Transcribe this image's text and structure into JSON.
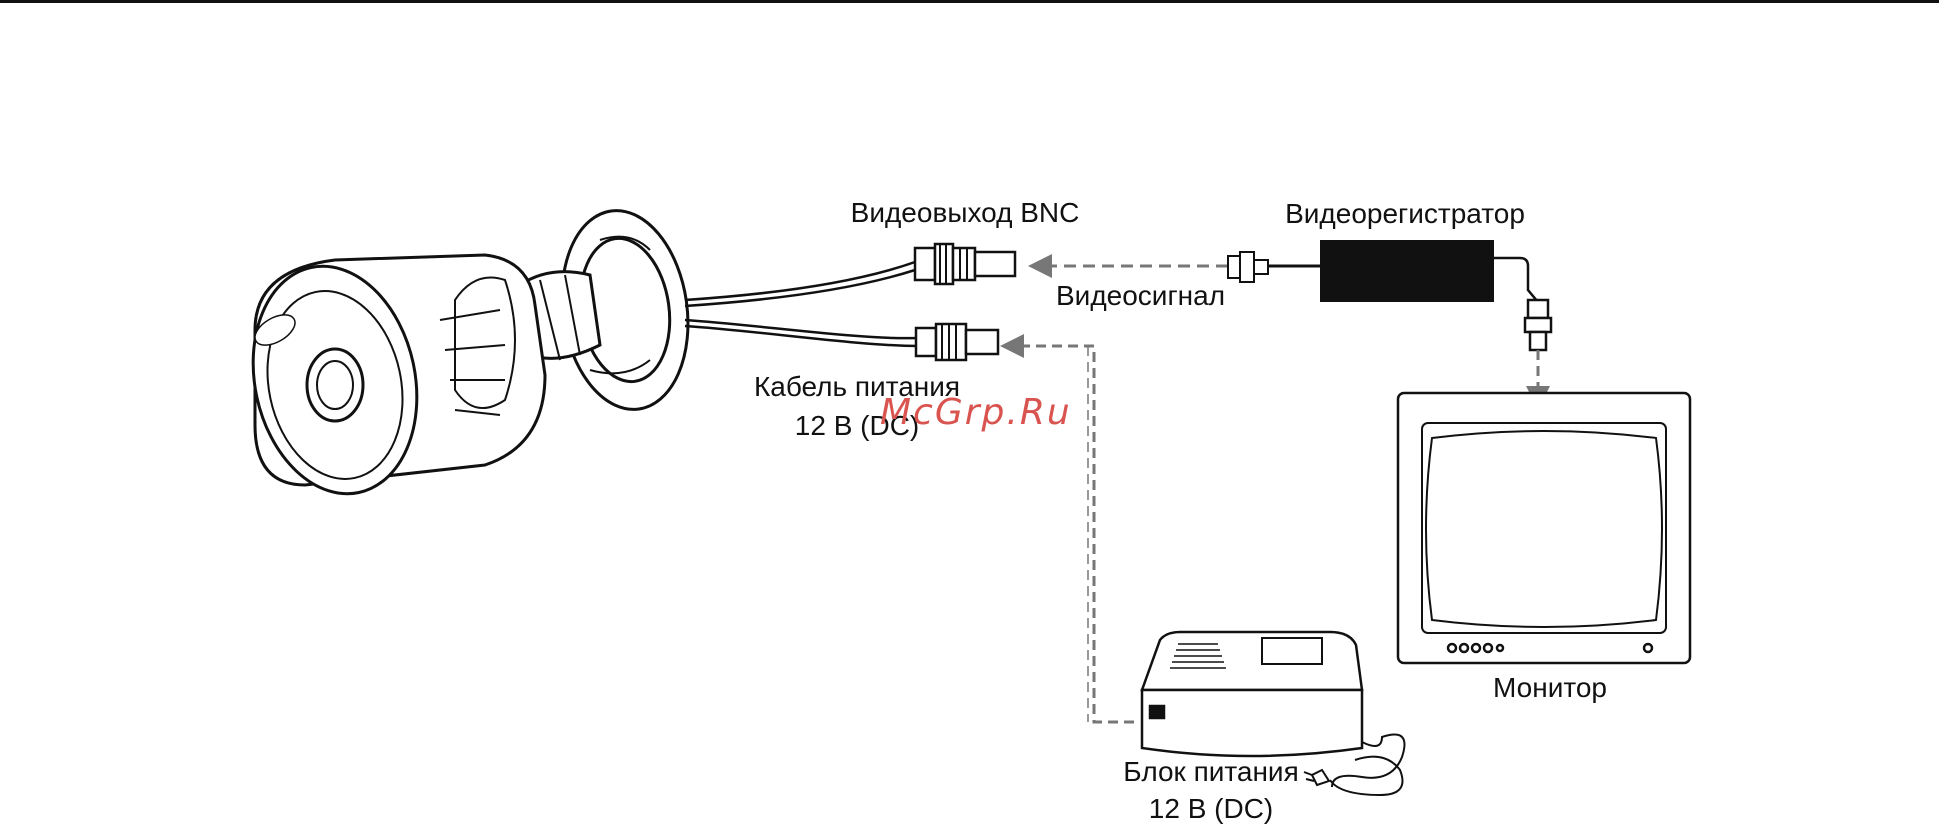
{
  "labels": {
    "video_out": "Видеовыход BNC",
    "dvr": "Видеорегистратор",
    "video_signal": "Видеосигнал",
    "power_cable_line1": "Кабель питания",
    "power_cable_line2": "12 В (DC)",
    "monitor": "Монитор",
    "psu_line1": "Блок питания",
    "psu_line2": "12 В (DC)"
  },
  "watermark": "McGrp.Ru",
  "colors": {
    "line": "#111111",
    "arrow": "#777777",
    "dvr_fill": "#111111",
    "watermark": "#d9534f"
  },
  "icons": [
    "bullet-camera-icon",
    "bnc-connector-icon",
    "dc-connector-icon",
    "dvr-box-icon",
    "crt-monitor-icon",
    "power-adapter-icon",
    "power-plug-icon"
  ]
}
